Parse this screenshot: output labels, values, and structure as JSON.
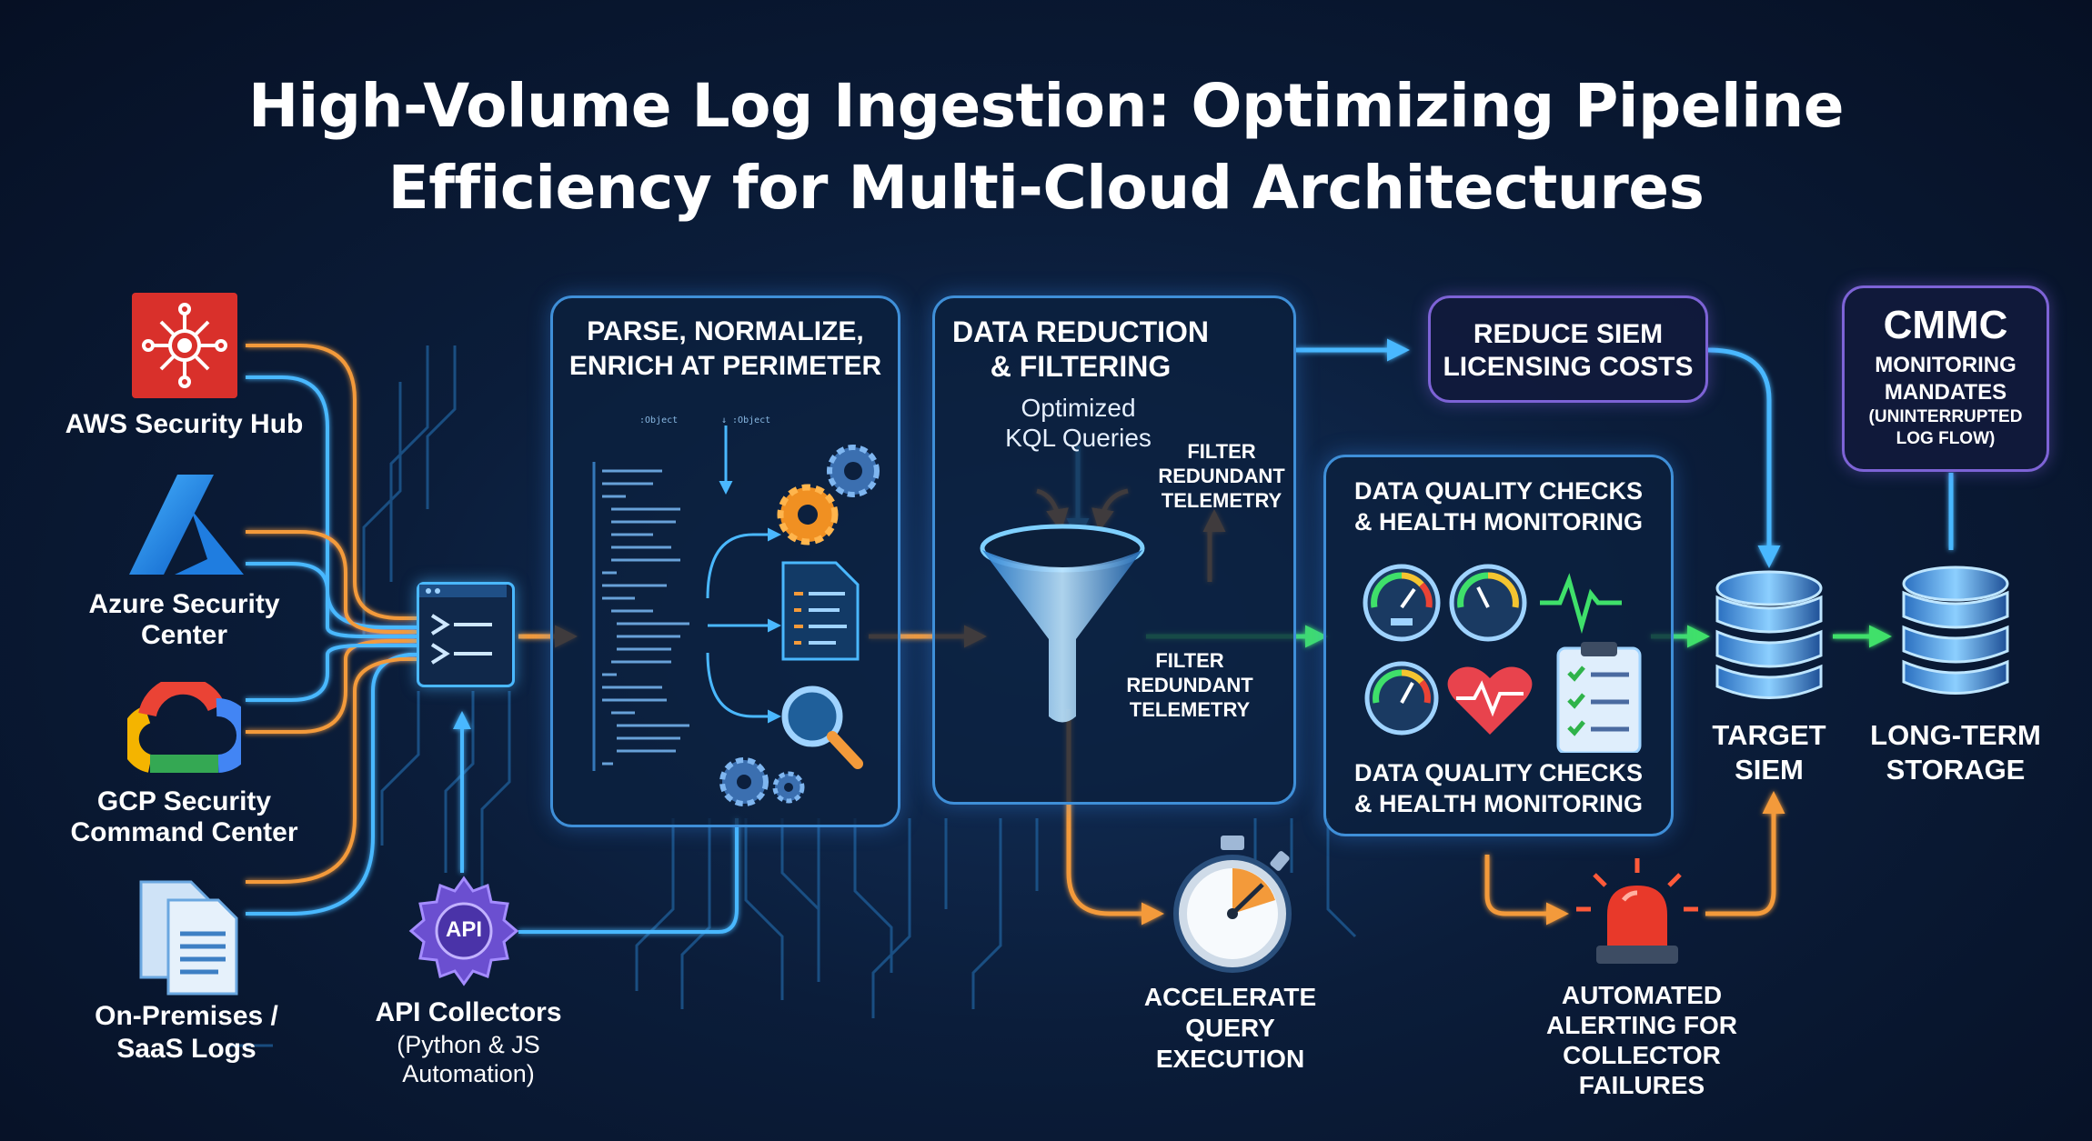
{
  "title_line1": "High-Volume Log Ingestion: Optimizing Pipeline",
  "title_line2": "Efficiency for Multi-Cloud Architectures",
  "sources": [
    {
      "label": "AWS Security Hub",
      "icon": "aws-security-hub-icon"
    },
    {
      "label_lines": [
        "Azure Security",
        "Center"
      ],
      "icon": "azure-icon"
    },
    {
      "label_lines": [
        "GCP Security",
        "Command Center"
      ],
      "icon": "gcp-icon"
    },
    {
      "label_lines": [
        "On-Premises /",
        "SaaS Logs"
      ],
      "icon": "documents-icon"
    }
  ],
  "api": {
    "badge": "API",
    "title": "API Collectors",
    "sub_lines": [
      "(Python & JS",
      "Automation)"
    ]
  },
  "parse_panel": {
    "title_lines": [
      "PARSE, NORMALIZE,",
      "ENRICH AT PERIMETER"
    ]
  },
  "reduction_panel": {
    "title_lines": [
      "DATA REDUCTION",
      "& FILTERING"
    ],
    "subtitle_lines": [
      "Optimized",
      "KQL Queries"
    ],
    "filter_top_lines": [
      "FILTER",
      "REDUNDANT",
      "TELEMETRY"
    ],
    "filter_bottom_lines": [
      "FILTER",
      "REDUNDANT",
      "TELEMETRY"
    ]
  },
  "reduce_costs": {
    "lines": [
      "REDUCE SIEM",
      "LICENSING COSTS"
    ]
  },
  "cmmc": {
    "title": "CMMC",
    "lines": [
      "MONITORING",
      "MANDATES"
    ],
    "small_lines": [
      "(UNINTERRUPTED",
      "LOG FLOW)"
    ]
  },
  "quality_panel": {
    "title_lines": [
      "DATA QUALITY CHECKS",
      "& HEALTH MONITORING"
    ],
    "bottom_lines": [
      "DATA QUALITY CHECKS",
      "& HEALTH MONITORING"
    ]
  },
  "target_siem": {
    "lines": [
      "TARGET",
      "SIEM"
    ]
  },
  "storage": {
    "lines": [
      "LONG-TERM",
      "STORAGE"
    ]
  },
  "accelerate": {
    "lines": [
      "ACCELERATE",
      "QUERY",
      "EXECUTION"
    ]
  },
  "alerting": {
    "lines": [
      "AUTOMATED",
      "ALERTING FOR",
      "COLLECTOR",
      "FAILURES"
    ]
  },
  "code_tokens": [
    ":Object",
    "↓ :Object"
  ],
  "colors": {
    "orange": "#f39a3a",
    "blue": "#4ab8ff",
    "green": "#3fe06a",
    "purple": "#7d63d6"
  }
}
